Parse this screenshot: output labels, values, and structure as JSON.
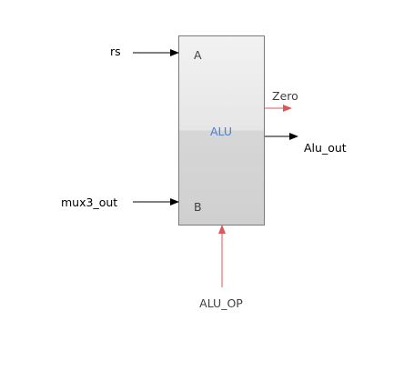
{
  "block": {
    "name": "ALU",
    "port_a": "A",
    "port_b": "B"
  },
  "inputs": {
    "rs": "rs",
    "mux3_out": "mux3_out",
    "alu_op": "ALU_OP"
  },
  "outputs": {
    "zero": "Zero",
    "alu_out": "Alu_out"
  },
  "colors": {
    "wire": "#000000",
    "control": "#e05555",
    "alu_text": "#4a7fd0",
    "block_border": "#7a7a7a"
  }
}
